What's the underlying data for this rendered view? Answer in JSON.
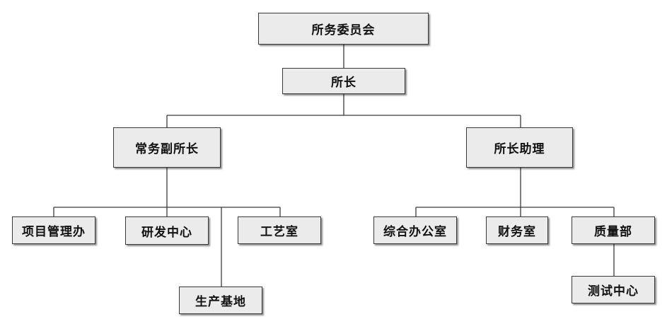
{
  "org_chart": {
    "committee": "所务委员会",
    "director": "所长",
    "exec_deputy": "常务副所长",
    "assistant": "所长助理",
    "project_office": "项目管理办",
    "rnd_center": "研发中心",
    "process_room": "工艺室",
    "production_base": "生产基地",
    "general_office": "综合办公室",
    "finance_room": "财务室",
    "quality_dept": "质量部",
    "testing_center": "测试中心"
  },
  "colors": {
    "box_fill": "#ebebeb",
    "box_border": "#3a3a3a",
    "line": "#3a3a3a"
  }
}
